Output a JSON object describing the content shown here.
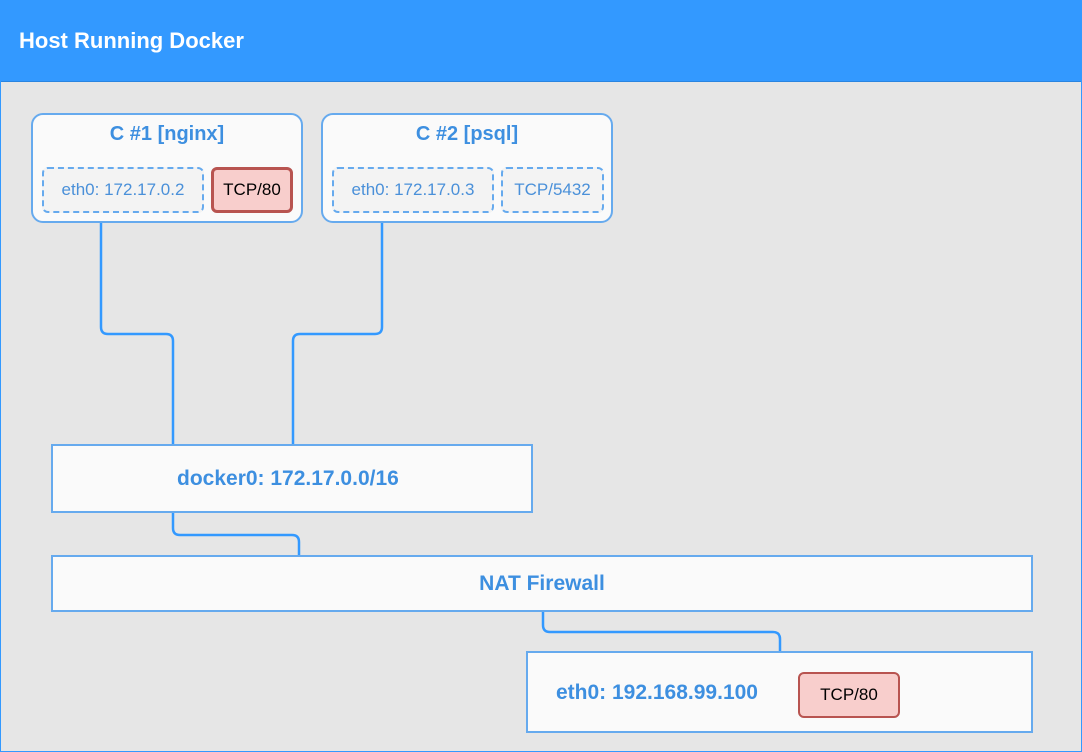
{
  "header": {
    "title": "Host Running Docker"
  },
  "containers": [
    {
      "title": "C #1 [nginx]",
      "iface": "eth0: 172.17.0.2",
      "port": "TCP/80"
    },
    {
      "title": "C #2 [psql]",
      "iface": "eth0: 172.17.0.3",
      "port": "TCP/5432"
    }
  ],
  "bridge": {
    "label": "docker0: 172.17.0.0/16"
  },
  "firewall": {
    "label": "NAT Firewall"
  },
  "host_iface": {
    "label": "eth0: 192.168.99.100",
    "port": "TCP/80"
  },
  "colors": {
    "header": "#3399ff",
    "wire": "#3399ff",
    "box_border": "#66aaee",
    "text_blue": "#3d8fe0",
    "port_fill": "#f8cecc",
    "port_border": "#b85450"
  }
}
